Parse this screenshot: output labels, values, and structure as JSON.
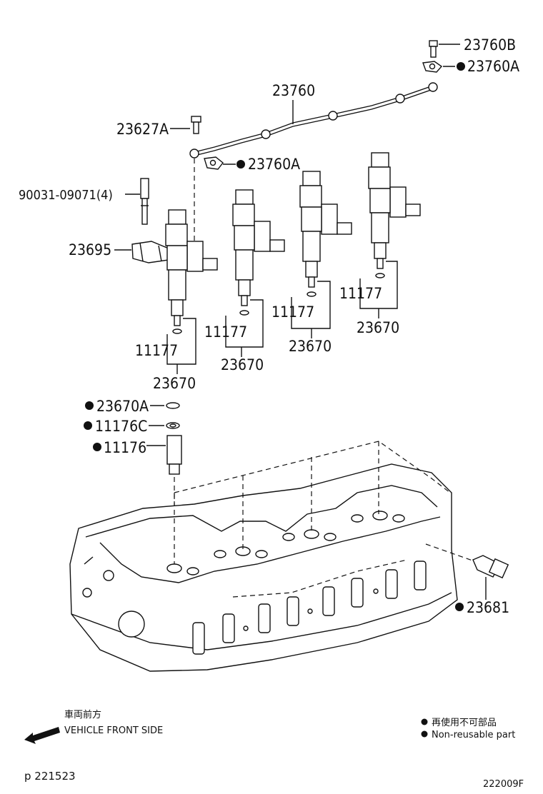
{
  "labels": {
    "l_23760B": "23760B",
    "l_23760A_top": "23760A",
    "l_23760": "23760",
    "l_23627A": "23627A",
    "l_23760A_mid": "23760A",
    "l_90031": "90031-09071(4)",
    "l_23695": "23695",
    "l_11177_1": "11177",
    "l_11177_2": "11177",
    "l_11177_3": "11177",
    "l_11177_4": "11177",
    "l_23670_1": "23670",
    "l_23670_2": "23670",
    "l_23670_3": "23670",
    "l_23670_4": "23670",
    "l_23670A": "23670A",
    "l_11176C": "11176C",
    "l_11176": "11176",
    "l_23681": "23681"
  },
  "direction": {
    "jp": "車両前方",
    "en": "VEHICLE FRONT SIDE"
  },
  "legend": {
    "jp": "再使用不可部品",
    "en": "Non-reusable part"
  },
  "footer": {
    "page_ref": "p 221523",
    "figure_code": "222009F"
  }
}
